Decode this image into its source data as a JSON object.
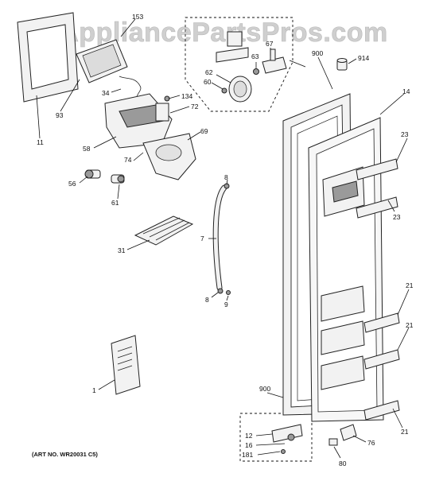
{
  "watermark": "AppliancePartsPros.com",
  "art_number": "(ART NO. WR20031 C5)",
  "callouts": [
    {
      "id": "153",
      "label": "153"
    },
    {
      "id": "11",
      "label": "11"
    },
    {
      "id": "93",
      "label": "93"
    },
    {
      "id": "34",
      "label": "34"
    },
    {
      "id": "134",
      "label": "134"
    },
    {
      "id": "72",
      "label": "72"
    },
    {
      "id": "58",
      "label": "58"
    },
    {
      "id": "74",
      "label": "74"
    },
    {
      "id": "69",
      "label": "69"
    },
    {
      "id": "56",
      "label": "56"
    },
    {
      "id": "61",
      "label": "61"
    },
    {
      "id": "62",
      "label": "62"
    },
    {
      "id": "60",
      "label": "60"
    },
    {
      "id": "63",
      "label": "63"
    },
    {
      "id": "67",
      "label": "67"
    },
    {
      "id": "900a",
      "label": "900"
    },
    {
      "id": "914",
      "label": "914"
    },
    {
      "id": "14",
      "label": "14"
    },
    {
      "id": "23a",
      "label": "23"
    },
    {
      "id": "23b",
      "label": "23"
    },
    {
      "id": "8a",
      "label": "8"
    },
    {
      "id": "7",
      "label": "7"
    },
    {
      "id": "31",
      "label": "31"
    },
    {
      "id": "8b",
      "label": "8"
    },
    {
      "id": "9",
      "label": "9"
    },
    {
      "id": "21a",
      "label": "21"
    },
    {
      "id": "21b",
      "label": "21"
    },
    {
      "id": "21c",
      "label": "21"
    },
    {
      "id": "1",
      "label": "1"
    },
    {
      "id": "900b",
      "label": "900"
    },
    {
      "id": "12",
      "label": "12"
    },
    {
      "id": "16",
      "label": "16"
    },
    {
      "id": "181",
      "label": "181"
    },
    {
      "id": "76",
      "label": "76"
    },
    {
      "id": "80",
      "label": "80"
    }
  ]
}
